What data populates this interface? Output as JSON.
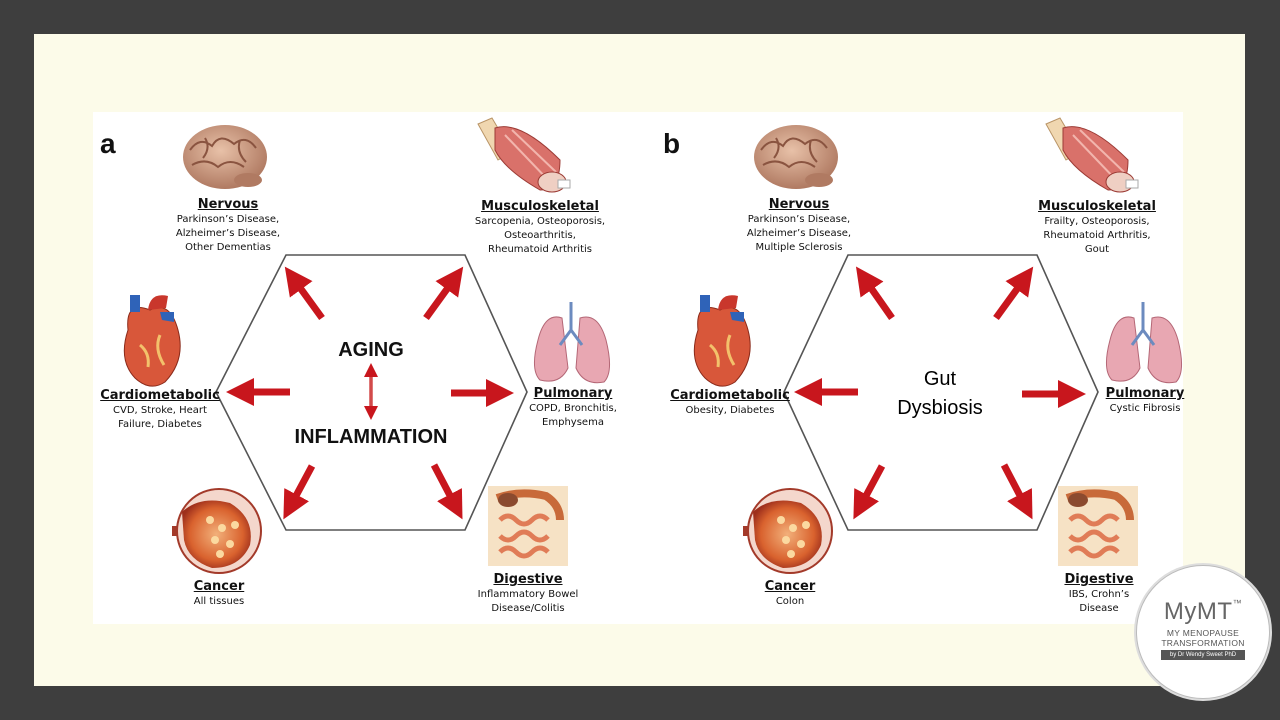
{
  "panels": {
    "a": {
      "letter": "a",
      "center_top": "AGING",
      "center_bottom": "INFLAMMATION",
      "nervous": {
        "title": "Nervous",
        "desc": "Parkinson’s Disease,\nAlzheimer’s Disease,\nOther Dementias"
      },
      "musculoskeletal": {
        "title": "Musculoskeletal",
        "desc": "Sarcopenia, Osteoporosis,\nOsteoarthritis,\nRheumatoid Arthritis"
      },
      "cardiometabolic": {
        "title": "Cardiometabolic",
        "desc": "CVD, Stroke, Heart\nFailure, Diabetes"
      },
      "pulmonary": {
        "title": "Pulmonary",
        "desc": "COPD, Bronchitis,\nEmphysema"
      },
      "cancer": {
        "title": "Cancer",
        "desc": "All tissues"
      },
      "digestive": {
        "title": "Digestive",
        "desc": "Inflammatory Bowel\nDisease/Colitis"
      }
    },
    "b": {
      "letter": "b",
      "center_top": "Gut",
      "center_bottom": "Dysbiosis",
      "nervous": {
        "title": "Nervous",
        "desc": "Parkinson’s Disease,\nAlzheimer’s Disease,\nMultiple Sclerosis"
      },
      "musculoskeletal": {
        "title": "Musculoskeletal",
        "desc": "Frailty, Osteoporosis,\nRheumatoid Arthritis,\nGout"
      },
      "cardiometabolic": {
        "title": "Cardiometabolic",
        "desc": "Obesity, Diabetes"
      },
      "pulmonary": {
        "title": "Pulmonary",
        "desc": "Cystic Fibrosis"
      },
      "cancer": {
        "title": "Cancer",
        "desc": "Colon"
      },
      "digestive": {
        "title": "Digestive",
        "desc": "IBS, Crohn’s\nDisease"
      }
    }
  },
  "logo": {
    "brand": "MyMT",
    "tm": "™",
    "line1": "MY MENOPAUSE",
    "line2": "TRANSFORMATION",
    "by": "by Dr Wendy Sweet PhD"
  },
  "colors": {
    "arrow": "#c8161d",
    "hexagon_stroke": "#555555",
    "slide_bg": "#fcfbe9",
    "frame": "#3e3e3e"
  },
  "icons": [
    "brain-icon",
    "muscle-icon",
    "heart-icon",
    "lungs-icon",
    "tumor-icon",
    "intestine-icon"
  ]
}
